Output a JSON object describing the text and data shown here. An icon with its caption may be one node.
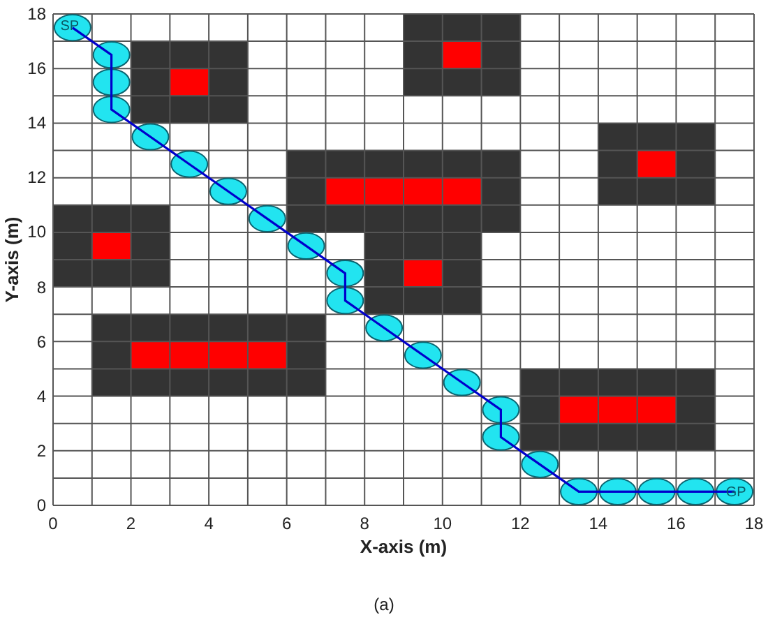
{
  "diagram": {
    "caption": "(a)",
    "labels": [
      "SP",
      "GP"
    ],
    "chart_data": {
      "type": "line",
      "xlabel": "X-axis (m)",
      "ylabel": "Y-axis (m)",
      "x": [
        0.5,
        1.5,
        1.5,
        1.5,
        2.5,
        3.5,
        4.5,
        5.5,
        6.5,
        7.5,
        7.5,
        8.5,
        9.5,
        10.5,
        11.5,
        11.5,
        12.5,
        13.5,
        14.5,
        15.5,
        16.5,
        17.5
      ],
      "grid": true,
      "series": [
        {
          "color": "#0000cc",
          "marker": "circle",
          "values": [
            17.5,
            16.5,
            15.5,
            14.5,
            13.5,
            12.5,
            11.5,
            10.5,
            9.5,
            8.5,
            7.5,
            6.5,
            5.5,
            4.5,
            3.5,
            2.5,
            1.5,
            0.5,
            0.5,
            0.5,
            0.5,
            0.5
          ]
        }
      ],
      "xlim": [
        0,
        18
      ],
      "ylim": [
        0,
        18
      ],
      "xticks": [
        0,
        2,
        4,
        6,
        8,
        10,
        12,
        14,
        16,
        18
      ],
      "yticks": [
        0,
        2,
        4,
        6,
        8,
        10,
        12,
        14,
        16,
        18
      ]
    }
  }
}
